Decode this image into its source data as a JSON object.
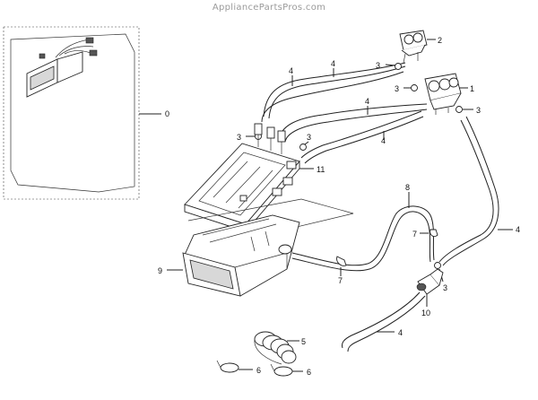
{
  "watermark": "AppliancePartsPros.com",
  "callouts": {
    "c0": "0",
    "c1": "1",
    "c2": "2",
    "c3a": "3",
    "c3b": "3",
    "c3c": "3",
    "c3d": "3",
    "c3e": "3",
    "c3f": "3",
    "c4a": "4",
    "c4b": "4",
    "c4c": "4",
    "c4d": "4",
    "c4e": "4",
    "c5": "5",
    "c6a": "6",
    "c6b": "6",
    "c7a": "7",
    "c7b": "7",
    "c8": "8",
    "c9": "9",
    "c10": "10",
    "c11": "11"
  }
}
